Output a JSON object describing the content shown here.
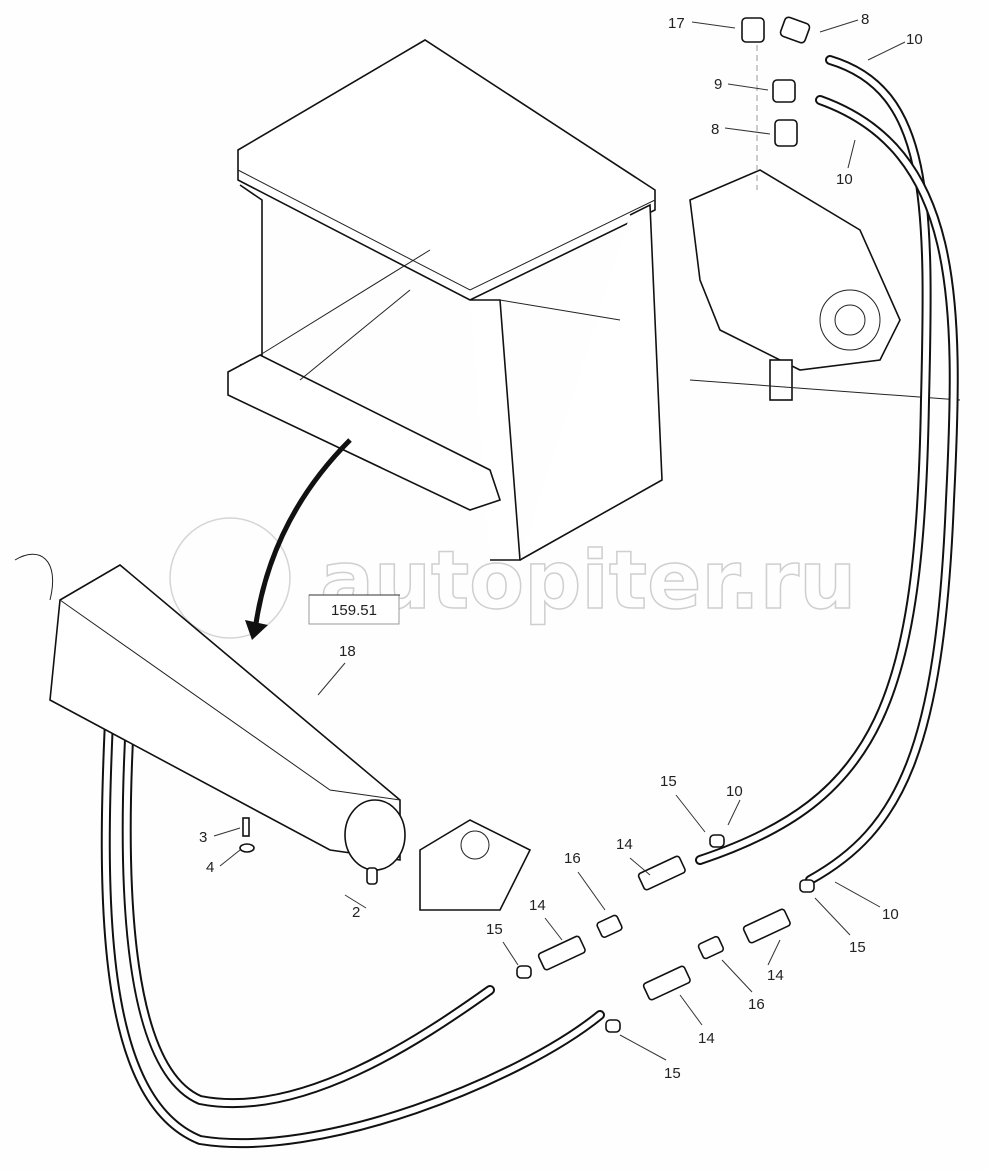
{
  "diagram": {
    "watermark": "autopiter.ru",
    "reference_box": "159.51",
    "callouts": [
      {
        "id": "c17a",
        "text": "17"
      },
      {
        "id": "c8a",
        "text": "8"
      },
      {
        "id": "c10a",
        "text": "10"
      },
      {
        "id": "c9",
        "text": "9"
      },
      {
        "id": "c8b",
        "text": "8"
      },
      {
        "id": "c10b",
        "text": "10"
      },
      {
        "id": "c18",
        "text": "18"
      },
      {
        "id": "c3",
        "text": "3"
      },
      {
        "id": "c4",
        "text": "4"
      },
      {
        "id": "c2",
        "text": "2"
      },
      {
        "id": "c10c",
        "text": "10"
      },
      {
        "id": "c15a",
        "text": "15"
      },
      {
        "id": "c14a",
        "text": "14"
      },
      {
        "id": "c16a",
        "text": "16"
      },
      {
        "id": "c10d",
        "text": "10"
      },
      {
        "id": "c15b",
        "text": "15"
      },
      {
        "id": "c15c",
        "text": "15"
      },
      {
        "id": "c14b",
        "text": "14"
      },
      {
        "id": "c14c",
        "text": "14"
      },
      {
        "id": "c16b",
        "text": "16"
      },
      {
        "id": "c14d",
        "text": "14"
      },
      {
        "id": "c15d",
        "text": "15"
      }
    ]
  }
}
